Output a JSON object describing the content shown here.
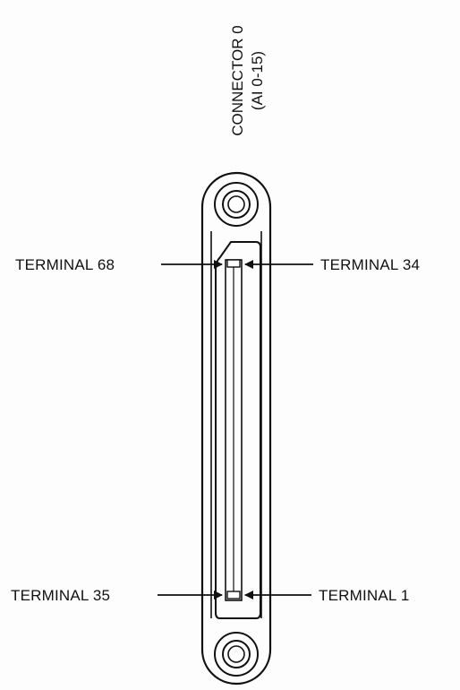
{
  "connector": {
    "title_line1": "CONNECTOR 0",
    "title_line2": "(AI 0-15)"
  },
  "terminals": {
    "top_left": "TERMINAL 68",
    "top_right": "TERMINAL 34",
    "bottom_left": "TERMINAL 35",
    "bottom_right": "TERMINAL 1"
  },
  "colors": {
    "line": "#111111",
    "background": "#fdfdfd"
  }
}
